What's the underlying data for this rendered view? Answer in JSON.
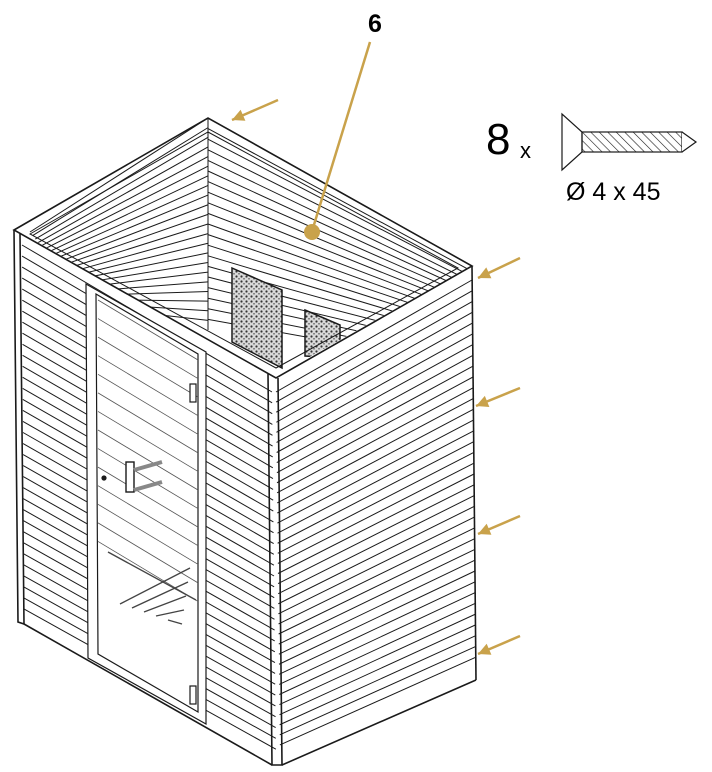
{
  "callout": {
    "part_number": "6",
    "leader_color": "#C9A24B"
  },
  "hardware": {
    "quantity": "8",
    "multiplier": "x",
    "dimension": "Ø 4 x 45",
    "icon": "countersunk-screw-icon"
  },
  "arrows": {
    "color": "#C9A24B",
    "count": 5
  },
  "illustration": {
    "subject": "sauna-cabin-icon",
    "line_color": "#1a1a1a"
  }
}
